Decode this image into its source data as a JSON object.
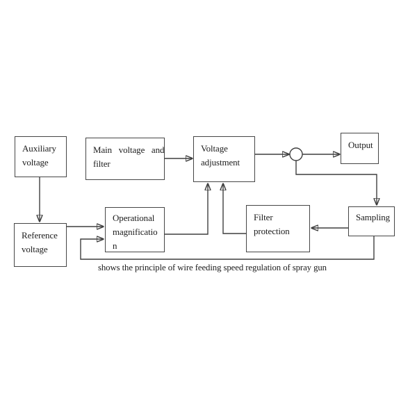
{
  "diagram": {
    "nodes": {
      "auxiliary_voltage": {
        "lines": [
          "Auxiliary",
          "voltage"
        ]
      },
      "main_voltage_filter": {
        "lines": [
          "Main voltage and",
          "filter"
        ]
      },
      "voltage_adjustment": {
        "lines": [
          "Voltage",
          "adjustment"
        ]
      },
      "output": {
        "lines": [
          "Output"
        ]
      },
      "reference_voltage": {
        "lines": [
          "Reference",
          "voltage"
        ]
      },
      "operational_magnification": {
        "lines": [
          "Operational",
          "magnificatio",
          "n"
        ]
      },
      "filter_protection": {
        "lines": [
          "Filter",
          "protection"
        ]
      },
      "sampling": {
        "lines": [
          "Sampling"
        ]
      }
    },
    "junction": {
      "shape": "circle",
      "name": "summing-junction"
    },
    "connections": [
      {
        "from": "auxiliary_voltage",
        "to": "reference_voltage"
      },
      {
        "from": "main_voltage_filter",
        "to": "voltage_adjustment"
      },
      {
        "from": "voltage_adjustment",
        "to": "summing_junction"
      },
      {
        "from": "summing_junction",
        "to": "output"
      },
      {
        "from": "summing_junction",
        "to": "sampling"
      },
      {
        "from": "sampling",
        "to": "filter_protection"
      },
      {
        "from": "filter_protection",
        "to": "voltage_adjustment"
      },
      {
        "from": "operational_magnification",
        "to": "voltage_adjustment"
      },
      {
        "from": "reference_voltage",
        "to": "operational_magnification"
      },
      {
        "from": "sampling",
        "to": "operational_magnification"
      }
    ],
    "caption": "shows the principle of wire feeding speed regulation of spray gun",
    "colors": {
      "background": "#ffffff",
      "line": "#3f3f3f",
      "text": "#1c1c1c"
    }
  }
}
